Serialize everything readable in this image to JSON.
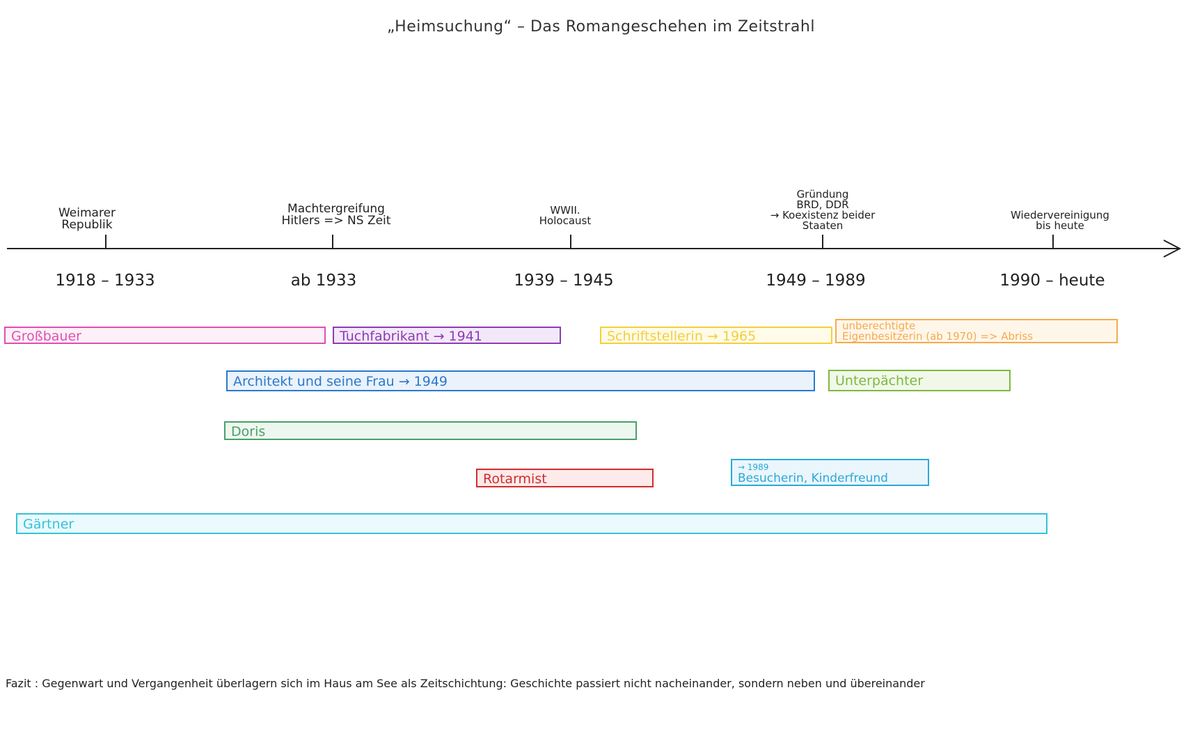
{
  "title": "„Heimsuchung“ – Das Romangeschehen im Zeitstrahl",
  "epochs": [
    {
      "label": [
        "Weimarer",
        "Republik"
      ],
      "years": "1918 – 1933"
    },
    {
      "label": [
        "Machtergreifung",
        "Hitlers => NS Zeit"
      ],
      "years": "ab 1933"
    },
    {
      "label": [
        "WWII.",
        "Holocaust"
      ],
      "years": "1939 – 1945"
    },
    {
      "label": [
        "Gründung",
        "BRD, DDR",
        "→ Koexistenz beider",
        "Staaten"
      ],
      "years": "1949 – 1989"
    },
    {
      "label": [
        "Wiedervereinigung",
        "bis heute"
      ],
      "years": "1990 – heute"
    }
  ],
  "characters": [
    {
      "lines": [
        "Großbauer"
      ],
      "color": "#e04fb4",
      "fill": "#fdf0f8"
    },
    {
      "lines": [
        "Tuchfabrikant → 1941"
      ],
      "color": "#8e3bb5",
      "fill": "#f3e8fa"
    },
    {
      "lines": [
        "Schriftstellerin → 1965"
      ],
      "color": "#f3cf3c",
      "fill": "#fffbe8"
    },
    {
      "lines": [
        "unberechtigte",
        "Eigenbesitzerin (ab 1970) => Abriss"
      ],
      "color": "#f5ab4c",
      "fill": "#fff6ea"
    },
    {
      "lines": [
        "Architekt und seine Frau → 1949"
      ],
      "color": "#2a79cc",
      "fill": "#eaf2fb"
    },
    {
      "lines": [
        "Unterpächter"
      ],
      "color": "#7cba3c",
      "fill": "#f1f8ea"
    },
    {
      "lines": [
        "Doris"
      ],
      "color": "#4aa06a",
      "fill": "#eef7ef"
    },
    {
      "lines": [
        "Rotarmist"
      ],
      "color": "#d02c2c",
      "fill": "#fdeaea"
    },
    {
      "lines": [
        "→ 1989",
        "Besucherin, Kinderfreund"
      ],
      "color": "#2aa8d8",
      "fill": "#eaf6fc"
    },
    {
      "lines": [
        "Gärtner"
      ],
      "color": "#34c3d9",
      "fill": "#eafafd"
    }
  ],
  "fazit": "Fazit : Gegenwart und Vergangenheit überlagern sich im Haus am See als Zeitschichtung: Geschichte passiert nicht nacheinander, sondern neben und übereinander"
}
